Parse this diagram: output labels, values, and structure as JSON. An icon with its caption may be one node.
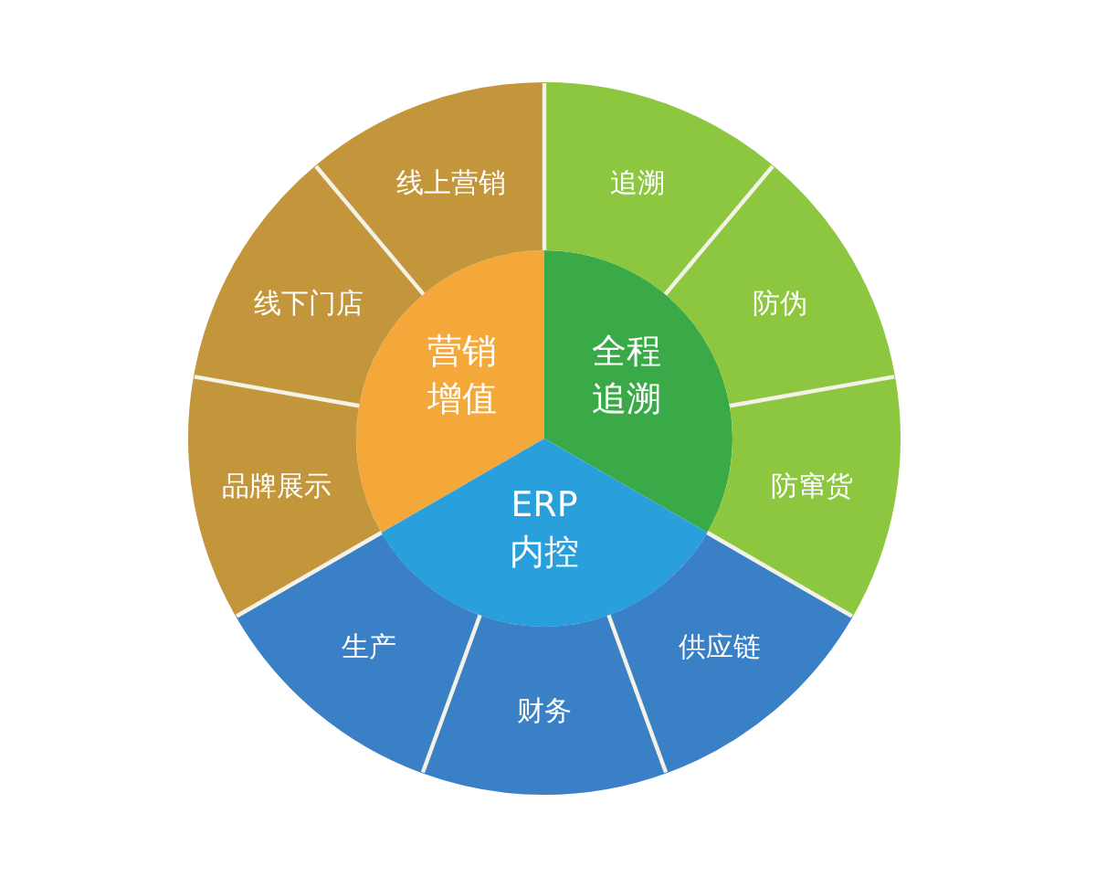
{
  "diagram": {
    "nodes": [
      {
        "text": [
          "营销增值"
        ]
      },
      {
        "text": [
          "全程追溯"
        ]
      },
      {
        "text": [
          "ERP内控"
        ]
      },
      {
        "text": [
          "线上营销"
        ]
      },
      {
        "text": [
          "线下门店"
        ]
      },
      {
        "text": [
          "品牌展示"
        ]
      },
      {
        "text": [
          "追溯"
        ]
      },
      {
        "text": [
          "防伪"
        ]
      },
      {
        "text": [
          "防窜货"
        ]
      },
      {
        "text": [
          "生产"
        ]
      },
      {
        "text": [
          "财务"
        ]
      },
      {
        "text": [
          "供应链"
        ]
      }
    ]
  }
}
